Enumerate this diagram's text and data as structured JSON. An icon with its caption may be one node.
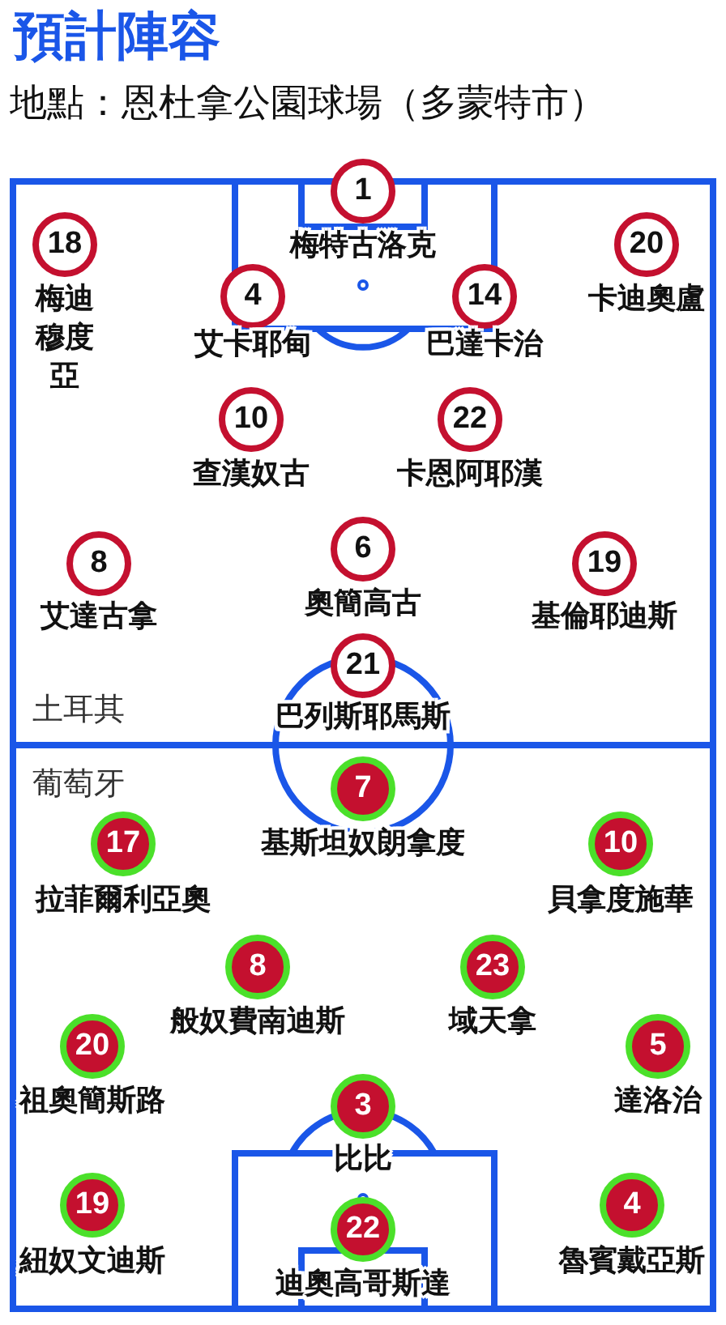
{
  "diagram": {
    "title": "預計陣容",
    "nodes": [
      {
        "text": [
          "1",
          "梅特古洛克"
        ]
      },
      {
        "text": [
          "18",
          "梅迪穆度亞"
        ]
      },
      {
        "text": [
          "20",
          "卡迪奧盧"
        ]
      },
      {
        "text": [
          "4",
          "艾卡耶甸"
        ]
      },
      {
        "text": [
          "14",
          "巴達卡治"
        ]
      },
      {
        "text": [
          "10",
          "查漢奴古"
        ]
      },
      {
        "text": [
          "22",
          "卡恩阿耶漢"
        ]
      },
      {
        "text": [
          "6",
          "奧簡高古"
        ]
      },
      {
        "text": [
          "8",
          "艾達古拿"
        ]
      },
      {
        "text": [
          "19",
          "基倫耶迪斯"
        ]
      },
      {
        "text": [
          "21",
          "巴列斯耶馬斯"
        ]
      },
      {
        "text": [
          "7",
          "基斯坦奴朗拿度"
        ]
      },
      {
        "text": [
          "17",
          "拉菲爾利亞奧"
        ]
      },
      {
        "text": [
          "10",
          "貝拿度施華"
        ]
      },
      {
        "text": [
          "8",
          "般奴費南迪斯"
        ]
      },
      {
        "text": [
          "23",
          "域天拿"
        ]
      },
      {
        "text": [
          "20",
          "祖奧簡斯路"
        ]
      },
      {
        "text": [
          "5",
          "達洛治"
        ]
      },
      {
        "text": [
          "3",
          "比比"
        ]
      },
      {
        "text": [
          "19",
          "紐奴文迪斯"
        ]
      },
      {
        "text": [
          "4",
          "魯賓戴亞斯"
        ]
      },
      {
        "text": [
          "22",
          "迪奧高哥斯達"
        ]
      }
    ],
    "labels": [
      "地點：恩杜拿公園球場（多蒙特市）",
      "土耳其",
      "葡萄牙"
    ]
  }
}
